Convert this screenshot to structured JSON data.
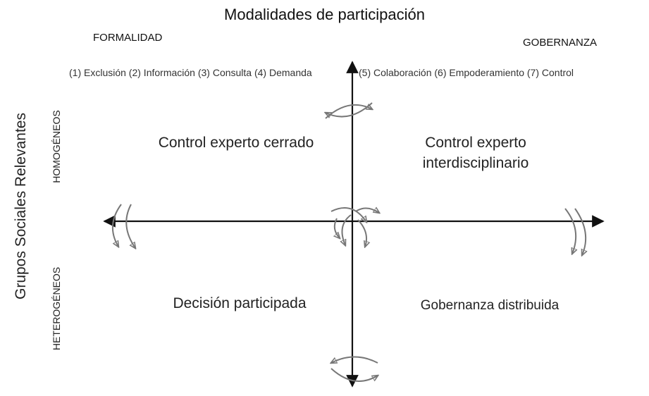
{
  "title": "Modalidades de participación",
  "x_axis": {
    "left_label": "FORMALIDAD",
    "right_label": "GOBERNANZA",
    "levels_left": "(1) Exclusión (2) Información (3) Consulta (4) Demanda",
    "levels_right": "(5) Colaboración (6) Empoderamiento (7) Control"
  },
  "y_axis": {
    "title": "Grupos Sociales Relevantes",
    "top_label": "HOMOGÉNEOS",
    "bottom_label": "HETEROGÉNEOS"
  },
  "quadrants": {
    "top_left": "Control experto cerrado",
    "top_right": "Control experto interdisciplinario",
    "bottom_left": "Decisión participada",
    "bottom_right": "Gobernanza distribuida"
  },
  "colors": {
    "axis": "#111111",
    "rotation_arrows": "#777777"
  },
  "icons": [
    "rotation-arrows-icon"
  ]
}
